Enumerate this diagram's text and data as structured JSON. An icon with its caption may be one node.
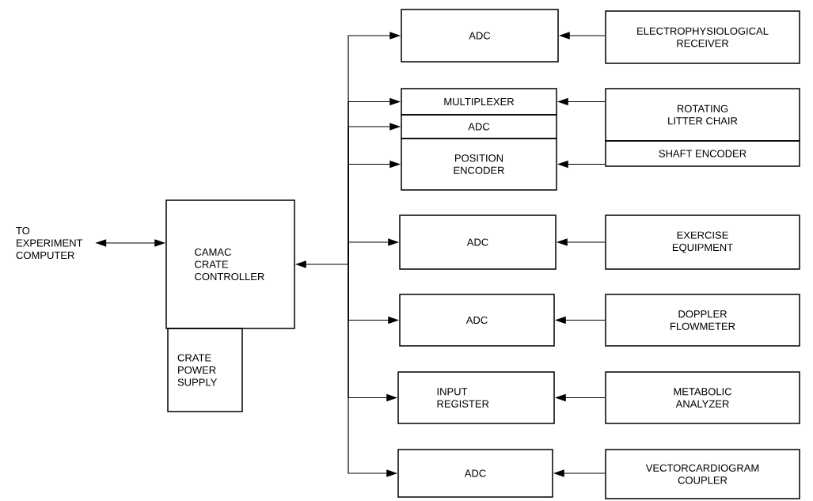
{
  "diagram": {
    "nodes": [
      {
        "text": [
          "TO EXPERIMENT COMPUTER"
        ]
      },
      {
        "text": [
          "CAMAC CRATE CONTROLLER"
        ]
      },
      {
        "text": [
          "CRATE POWER SUPPLY"
        ]
      },
      {
        "text": [
          "ADC"
        ]
      },
      {
        "text": [
          "MULTIPLEXER"
        ]
      },
      {
        "text": [
          "ADC"
        ]
      },
      {
        "text": [
          "POSITION ENCODER"
        ]
      },
      {
        "text": [
          "ADC"
        ]
      },
      {
        "text": [
          "ADC"
        ]
      },
      {
        "text": [
          "INPUT REGISTER"
        ]
      },
      {
        "text": [
          "ADC"
        ]
      },
      {
        "text": [
          "ELECTROPHYSIOLOGICAL RECEIVER"
        ]
      },
      {
        "text": [
          "ROTATING LITTER CHAIR"
        ]
      },
      {
        "text": [
          "SHAFT ENCODER"
        ]
      },
      {
        "text": [
          "EXERCISE EQUIPMENT"
        ]
      },
      {
        "text": [
          "DOPPLER FLOWMETER"
        ]
      },
      {
        "text": [
          "METABOLIC ANALYZER"
        ]
      },
      {
        "text": [
          "VECTORCARDIOGRAM COUPLER"
        ]
      }
    ],
    "edges": [
      {
        "from": 0,
        "to": 1,
        "arrow": "both"
      },
      {
        "from": 1,
        "to": 3,
        "arrow": "both"
      },
      {
        "from": 1,
        "to": 4,
        "arrow": "both"
      },
      {
        "from": 1,
        "to": 5,
        "arrow": "both"
      },
      {
        "from": 1,
        "to": 6,
        "arrow": "both"
      },
      {
        "from": 1,
        "to": 7,
        "arrow": "both"
      },
      {
        "from": 1,
        "to": 8,
        "arrow": "both"
      },
      {
        "from": 1,
        "to": 9,
        "arrow": "both"
      },
      {
        "from": 1,
        "to": 10,
        "arrow": "both"
      },
      {
        "from": 11,
        "to": 3,
        "arrow": "to"
      },
      {
        "from": 12,
        "to": 4,
        "arrow": "to"
      },
      {
        "from": 13,
        "to": 6,
        "arrow": "to"
      },
      {
        "from": 14,
        "to": 7,
        "arrow": "to"
      },
      {
        "from": 15,
        "to": 8,
        "arrow": "to"
      },
      {
        "from": 16,
        "to": 9,
        "arrow": "to"
      },
      {
        "from": 17,
        "to": 10,
        "arrow": "to"
      }
    ]
  }
}
